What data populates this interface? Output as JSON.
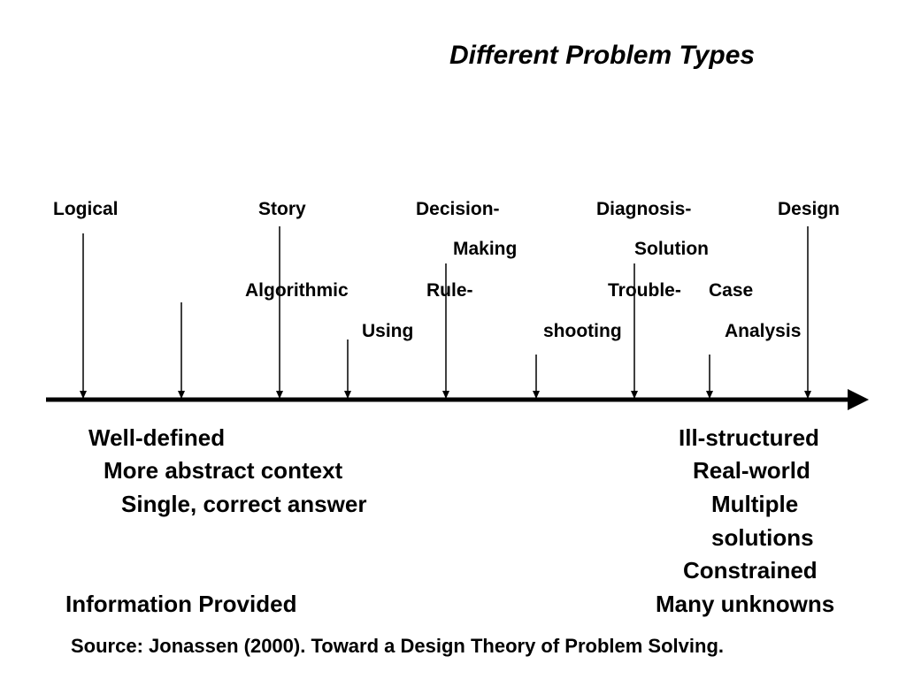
{
  "slide": {
    "title": "Different Problem Types"
  },
  "problem_types": {
    "logical": "Logical",
    "story": "Story",
    "decision_line1": "Decision-",
    "decision_line2": "Making",
    "diagnosis_line1": "Diagnosis-",
    "diagnosis_line2": "Solution",
    "design": "Design",
    "algorithmic": "Algorithmic",
    "rule_line1": "Rule-",
    "rule_line2": "Using",
    "trouble_line1": "Trouble-",
    "trouble_line2": "shooting",
    "case_line1": "Case",
    "case_line2": "Analysis"
  },
  "left_end": {
    "line1": "Well-defined",
    "line2": "More abstract context",
    "line3": "Single, correct answer",
    "line4": "Information Provided"
  },
  "right_end": {
    "line1": "Ill-structured",
    "line2": "Real-world",
    "line3a": "Multiple",
    "line3b": "solutions",
    "line4": "Constrained",
    "line5": "Many unknowns"
  },
  "source": "Source:  Jonassen (2000).  Toward a Design Theory of Problem Solving.",
  "colors": {
    "text": "#000000",
    "background": "#ffffff"
  }
}
